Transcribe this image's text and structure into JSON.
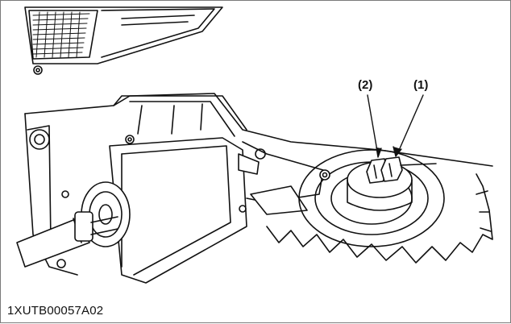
{
  "figure": {
    "callouts": {
      "one": "(1)",
      "two": "(2)"
    },
    "code": "1XUTB00057A02"
  },
  "colors": {
    "line": "#111111",
    "frame": "#7a7a7a"
  }
}
